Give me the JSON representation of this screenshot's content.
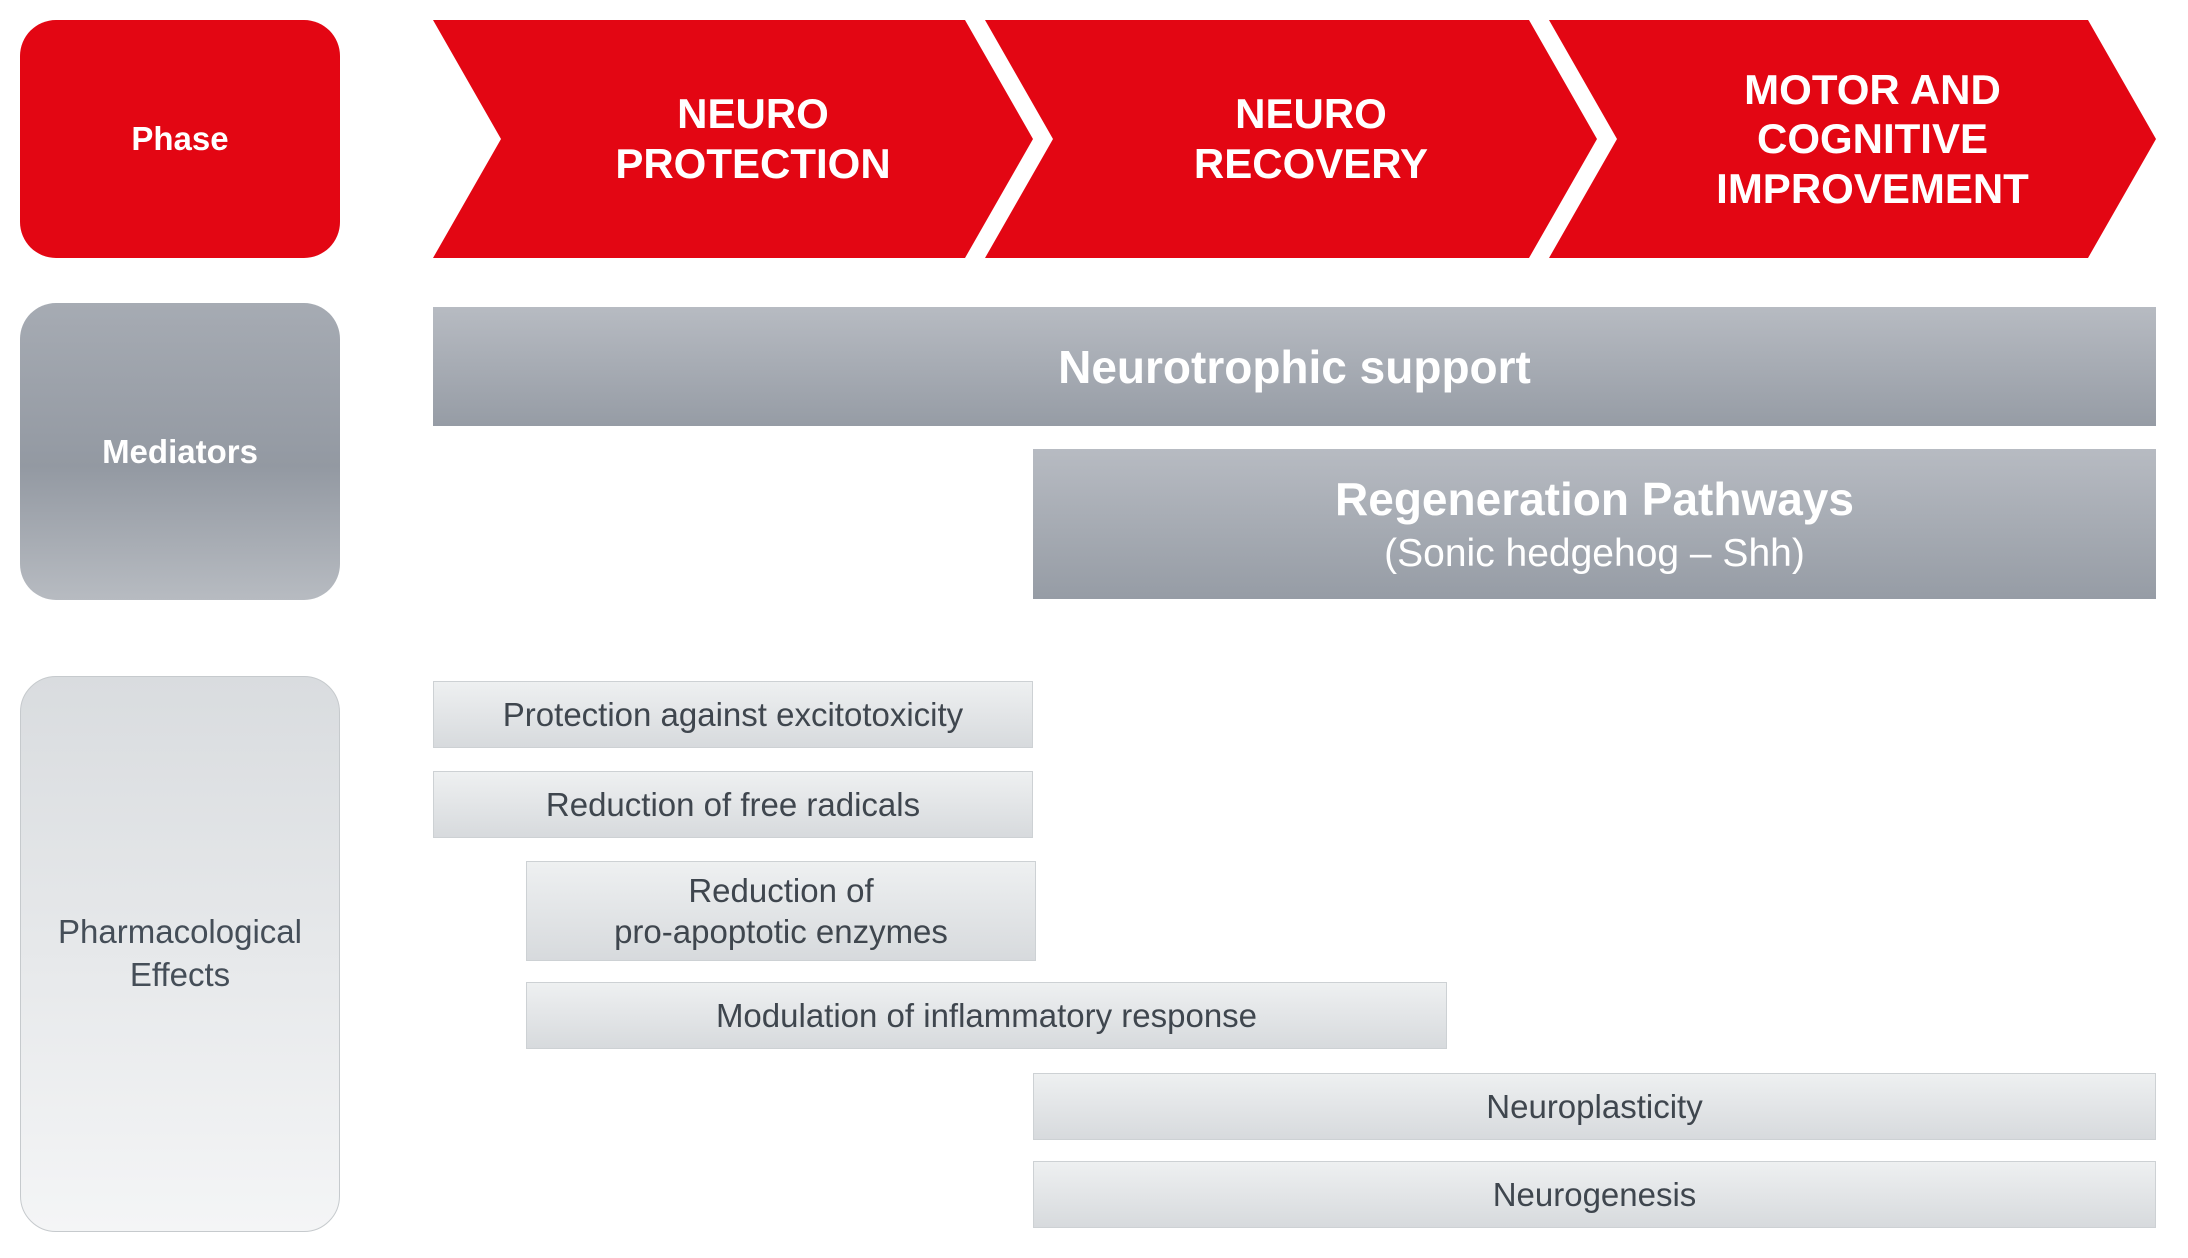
{
  "colors": {
    "accent_red": "#e30613",
    "mediator_gray": "#9aa0a9",
    "effect_bar_gray": "#e1e4e6",
    "effect_text": "#3f464e",
    "white": "#ffffff"
  },
  "phase": {
    "label": "Phase",
    "arrows": [
      {
        "label": "NEURO\nPROTECTION"
      },
      {
        "label": "NEURO\nRECOVERY"
      },
      {
        "label": "MOTOR AND\nCOGNITIVE\nIMPROVEMENT"
      }
    ]
  },
  "mediators": {
    "label": "Mediators",
    "bars": [
      {
        "title": "Neurotrophic support",
        "subtitle": ""
      },
      {
        "title": "Regeneration Pathways",
        "subtitle": "(Sonic hedgehog – Shh)"
      }
    ]
  },
  "effects": {
    "label": "Pharmacological Effects",
    "bars": [
      "Protection against excitotoxicity",
      "Reduction of free radicals",
      "Reduction of\npro-apoptotic enzymes",
      "Modulation of inflammatory response",
      "Neuroplasticity",
      "Neurogenesis"
    ]
  }
}
